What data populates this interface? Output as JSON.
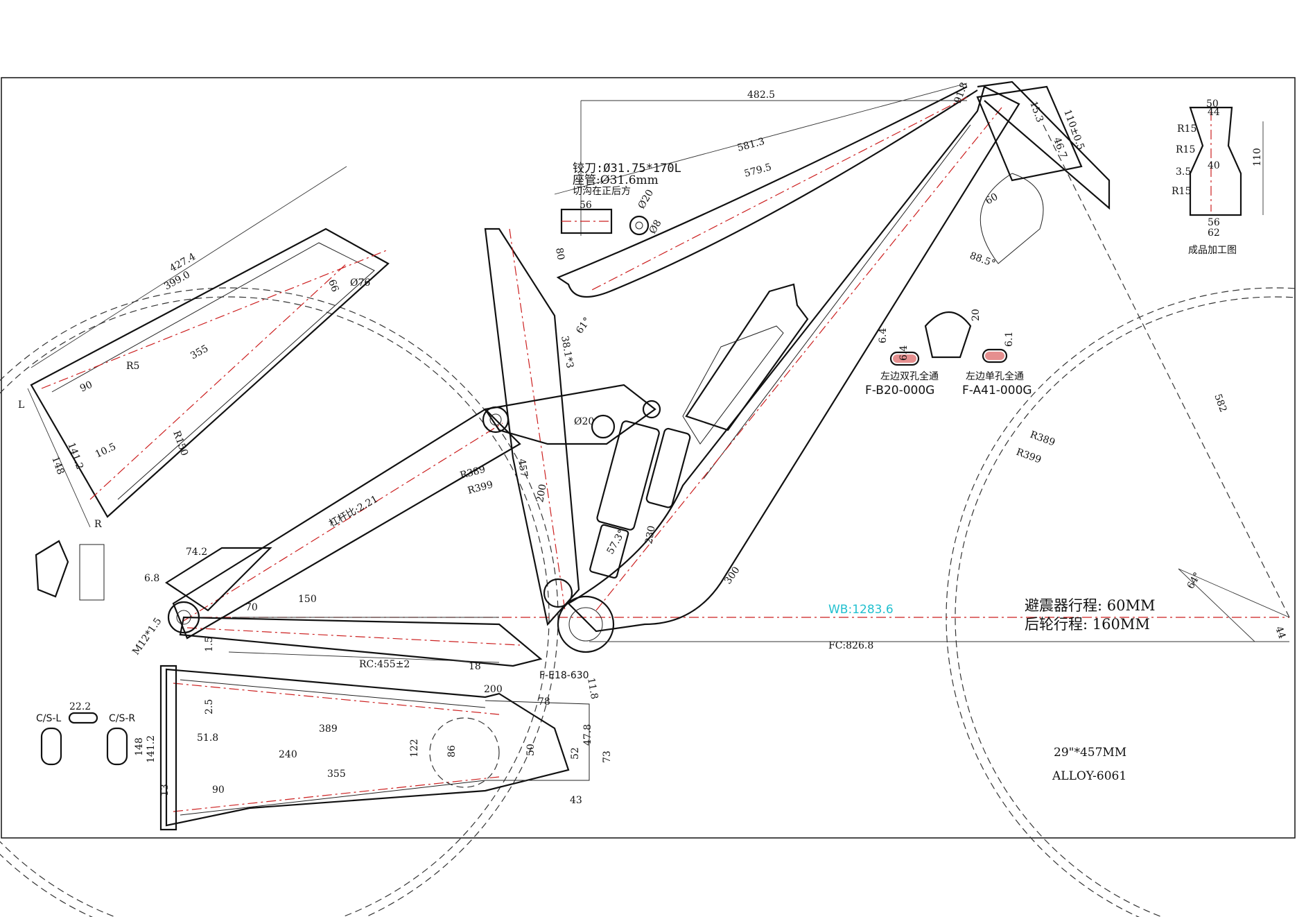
{
  "notes": {
    "headset": "铰刀:Ø31.75*170L",
    "seatpost": "座管:Ø31.6mm",
    "slot": "切沟在正后方",
    "shock_travel": "避震器行程: 60MM",
    "rear_travel": "后轮行程: 160MM",
    "wheel_size": "29\"*457MM",
    "material": "ALLOY-6061",
    "wheelbase": "WB:1283.6",
    "front_center": "FC:826.8",
    "chainstay": "RC:455±2",
    "finish_label": "成品加工图",
    "left_double": "左边双孔全通",
    "left_single": "左边单孔全通",
    "part_b20": "F-B20-000G",
    "part_a41": "F-A41-000G",
    "part_e18": "F-E18-630",
    "rocker_ratio": "杠杆比:2.21",
    "cs_left": "C/S-L",
    "cs_right": "C/S-R"
  },
  "dims": {
    "d482": "482.5",
    "d581": "581.3",
    "d579": "579.5",
    "d110": "110±0.5",
    "d15": "15.3",
    "d46": "46.7",
    "d91": "91.8",
    "d60": "60",
    "d88": "88.5°",
    "d56": "56",
    "d20": "Ø20",
    "d8": "Ø8",
    "d80": "80",
    "d61": "61°",
    "d427": "427.4",
    "d399": "399.0",
    "d355": "355",
    "d76": "Ø76",
    "d66": "66",
    "d90": "90",
    "dR5": "R5",
    "d141": "141.2",
    "d148": "148",
    "d10": "10.5",
    "dR150": "R150",
    "d38": "38.1*3",
    "d457": "457",
    "d200": "200",
    "dR389": "R389",
    "dR399": "R399",
    "d20b": "Ø20",
    "d57": "57.3°",
    "d230": "230",
    "d300": "300",
    "d74": "74.2",
    "d6": "6.8",
    "d70": "70",
    "d150": "150",
    "dM12": "M12*1.5",
    "d18": "18",
    "d11": "11.8",
    "d582": "582",
    "d64": "64°",
    "d44": "44",
    "dR389b": "R389",
    "dR399b": "R399",
    "d64a": "6.4",
    "d64b": "6.4",
    "d61b": "6.1",
    "d20c": "20",
    "dL": "L",
    "dR": "R",
    "b200": "200",
    "b78": "78",
    "b389": "389",
    "b51": "51.8",
    "b240": "240",
    "b355": "355",
    "b90": "90",
    "b13": "13",
    "b148": "148",
    "b141": "141.2",
    "b122": "122",
    "b86": "86",
    "b50": "50",
    "b52": "52",
    "b47": "47.8",
    "b73": "73",
    "b43": "43",
    "b15": "1.5",
    "b25": "2.5",
    "b222": "22.2",
    "f50": "50",
    "f44": "44",
    "f40": "40",
    "f56": "56",
    "f62": "62",
    "f110": "110",
    "fR15a": "R15",
    "fR15b": "R15",
    "fR15c": "R15",
    "f35": "3.5"
  }
}
